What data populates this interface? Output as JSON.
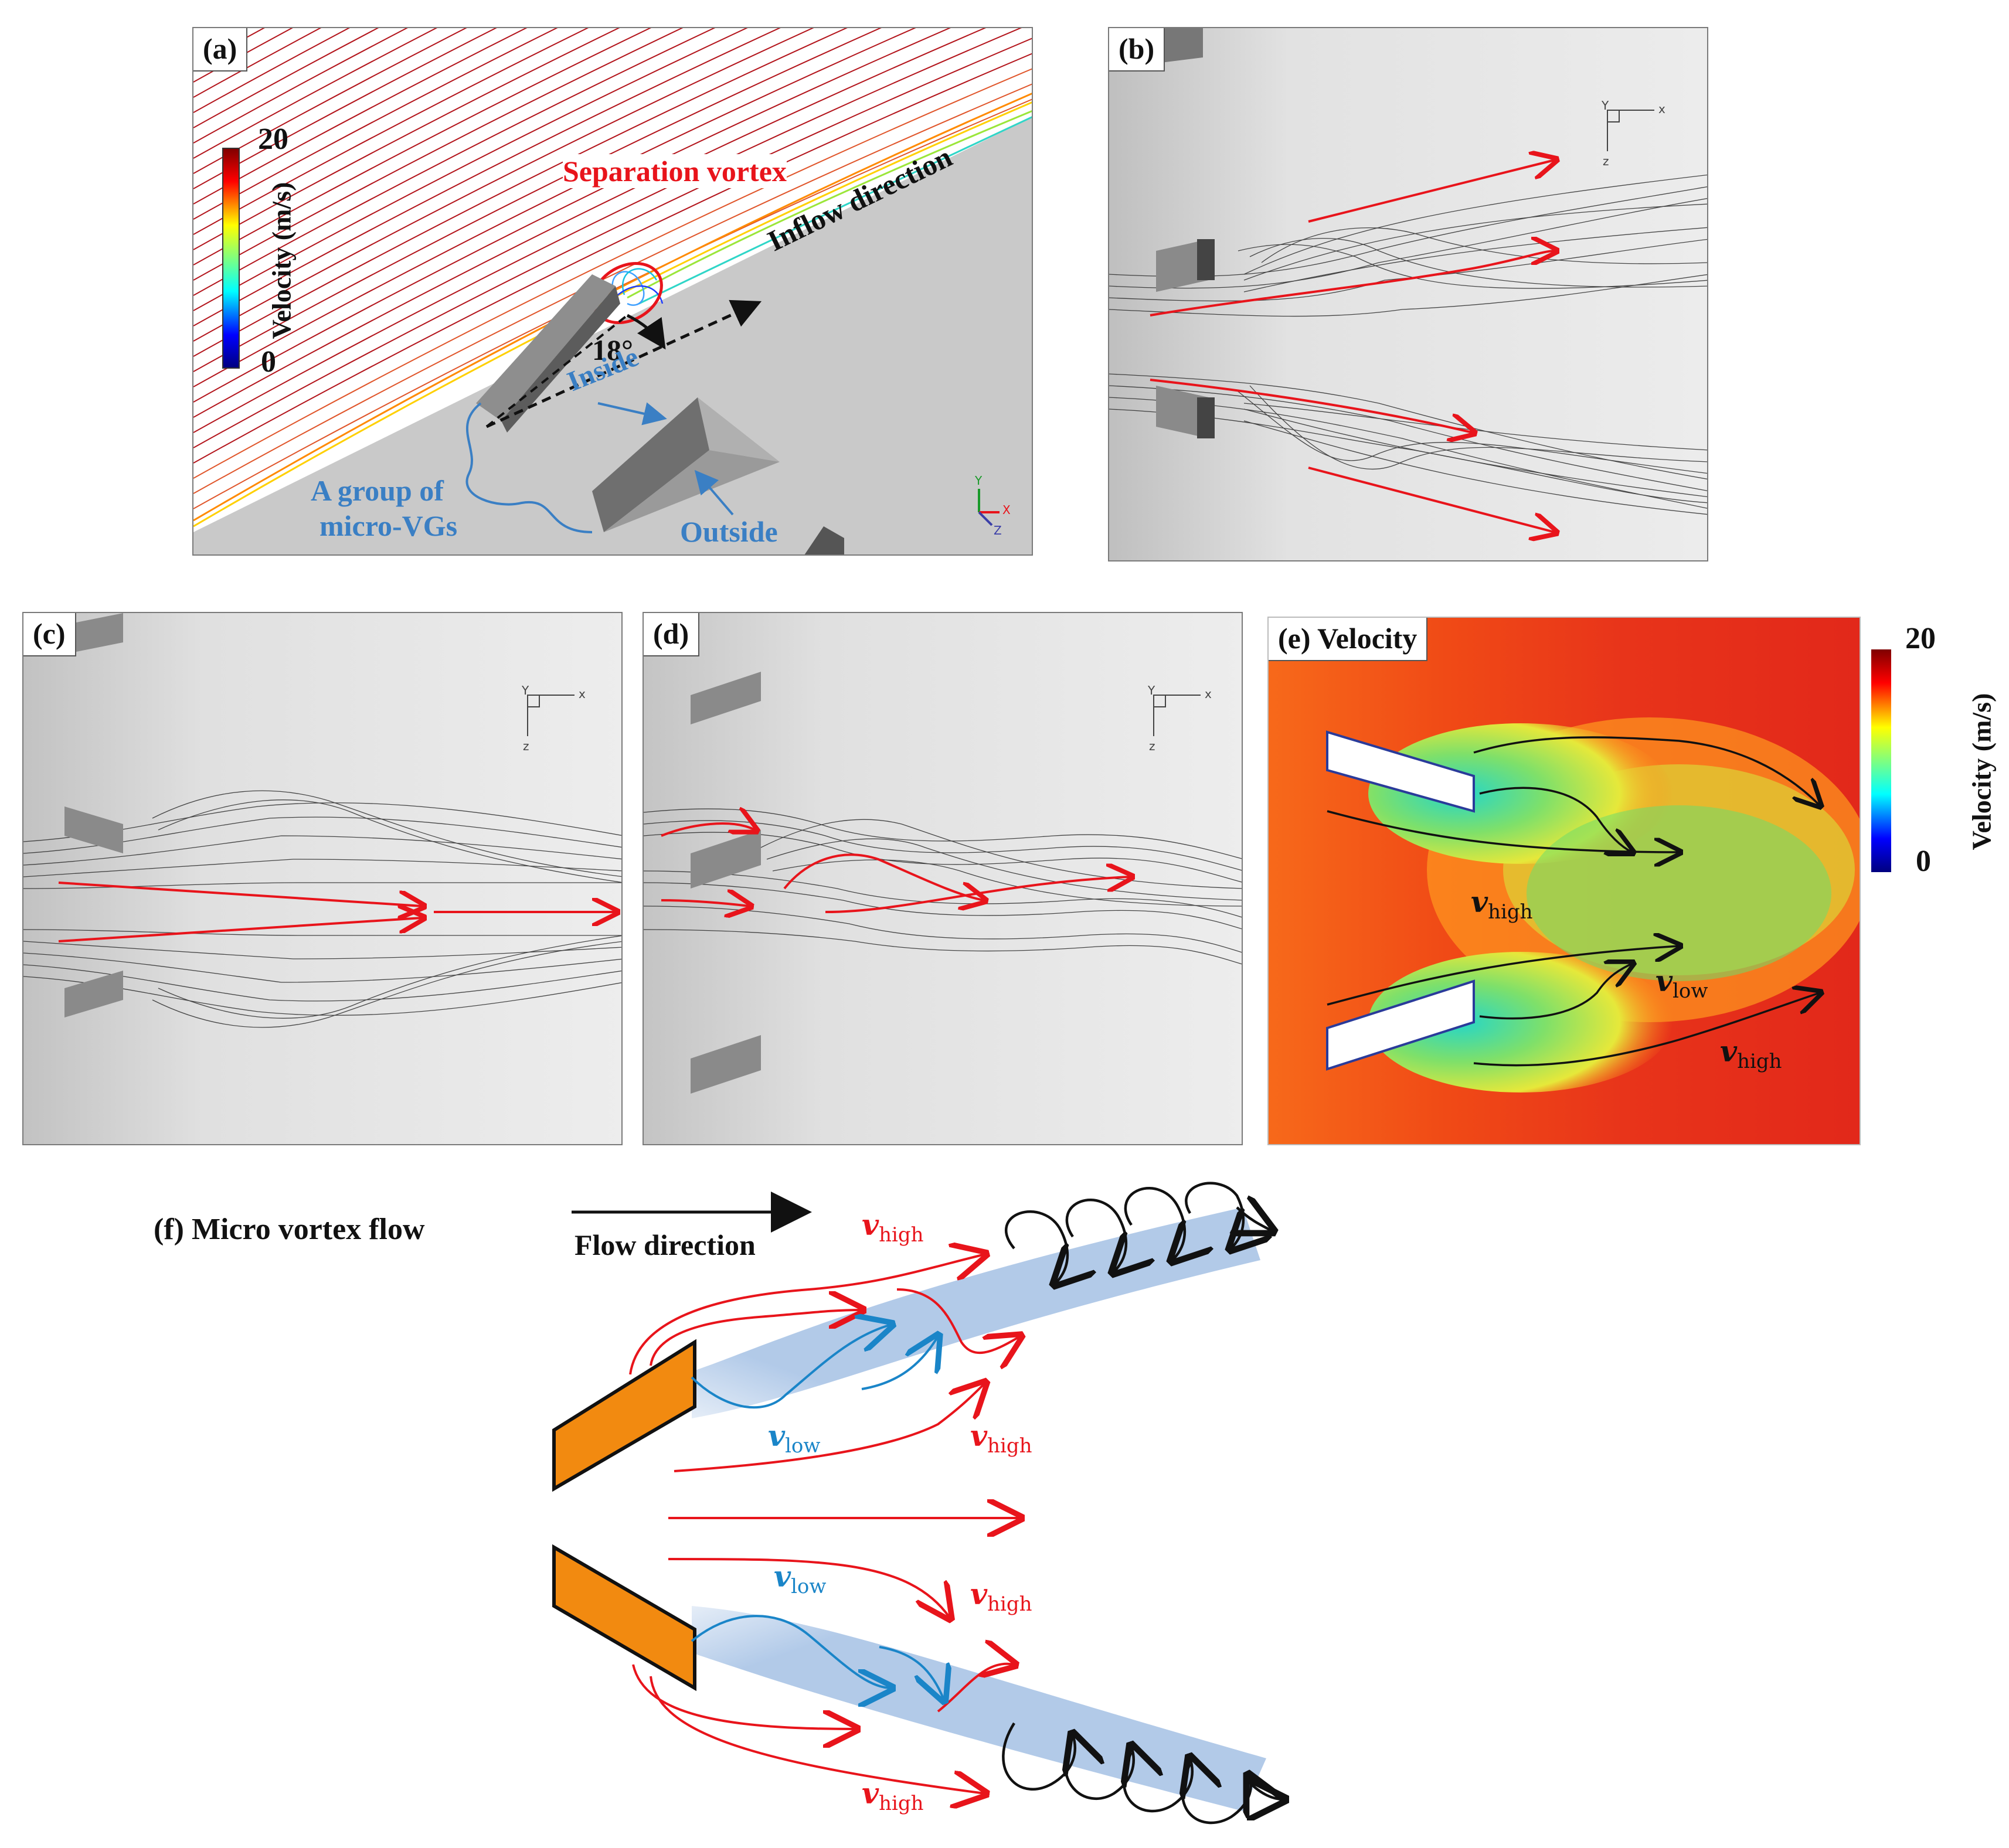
{
  "colors": {
    "streamline_red": "#b3141b",
    "arrow_red": "#e8141b",
    "annot_blue": "#3a7fc4",
    "vg_orange": "#f28a10",
    "vortex_blue": "#a9c4e6",
    "panel_gray": "#d9d9d9"
  },
  "panel_a": {
    "label": "(a)",
    "colorbar": {
      "max": "20",
      "min": "0",
      "title": "Velocity (m/s)"
    },
    "separation_vortex": "Separation vortex",
    "inflow_direction": "Inflow direction",
    "angle": "18°",
    "inside": "Inside",
    "outside": "Outside",
    "group_label_1": "A group of",
    "group_label_2": "micro-VGs",
    "triad": {
      "x": "X",
      "y": "Y",
      "z": "Z"
    }
  },
  "panel_b": {
    "label": "(b)",
    "axes": {
      "x": "x",
      "y": "Y",
      "z": "z"
    }
  },
  "panel_c": {
    "label": "(c)",
    "axes": {
      "x": "x",
      "y": "Y",
      "z": "z"
    }
  },
  "panel_d": {
    "label": "(d)",
    "axes": {
      "x": "x",
      "y": "Y",
      "z": "z"
    }
  },
  "panel_e": {
    "label": "(e) Velocity",
    "colorbar": {
      "max": "20",
      "min": "0",
      "title": "Velocity (m/s)"
    },
    "v_high_1_base": "v",
    "v_high_1_sub": "high",
    "v_low_base": "v",
    "v_low_sub": "low",
    "v_high_2_base": "v",
    "v_high_2_sub": "high"
  },
  "panel_f": {
    "label": "(f) Micro vortex flow",
    "flow_direction": "Flow direction",
    "v_high_top_base": "v",
    "v_high_top_sub": "high",
    "v_low_top_base": "v",
    "v_low_top_sub": "low",
    "v_high_mid_base": "v",
    "v_high_mid_sub": "high",
    "v_low_bot_base": "v",
    "v_low_bot_sub": "low",
    "v_high_bot1_base": "v",
    "v_high_bot1_sub": "high",
    "v_high_bot2_base": "v",
    "v_high_bot2_sub": "high"
  }
}
